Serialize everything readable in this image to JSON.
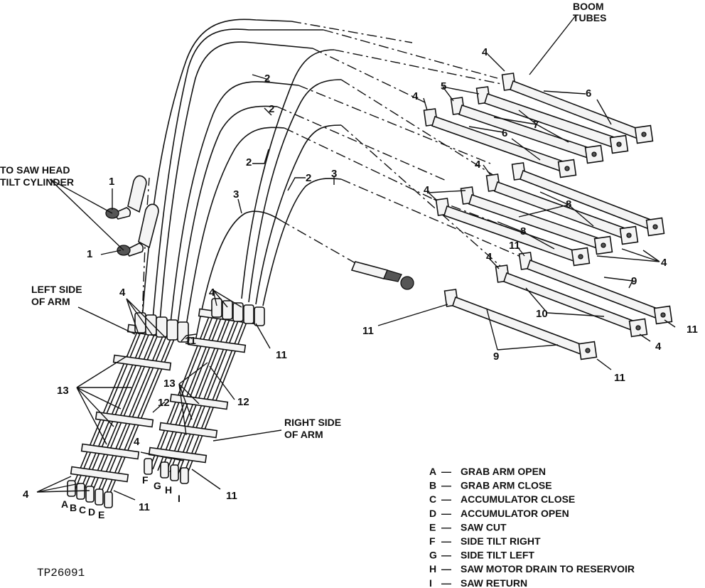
{
  "labels": {
    "boom_tubes_1": "BOOM",
    "boom_tubes_2": "TUBES",
    "saw_head_1": "TO SAW HEAD",
    "saw_head_2": "TILT CYLINDER",
    "left_side_1": "LEFT SIDE",
    "left_side_2": "OF ARM",
    "right_side_1": "RIGHT SIDE",
    "right_side_2": "OF ARM"
  },
  "callouts": {
    "n1": "1",
    "n2": "2",
    "n3": "3",
    "n4": "4",
    "n5": "5",
    "n6": "6",
    "n7": "7",
    "n8": "8",
    "n9": "9",
    "n10": "10",
    "n11": "11",
    "n12": "12",
    "n13": "13"
  },
  "port_letters": {
    "A": "A",
    "B": "B",
    "C": "C",
    "D": "D",
    "E": "E",
    "F": "F",
    "G": "G",
    "H": "H",
    "I": "I"
  },
  "legend": [
    {
      "key": "A",
      "text": "GRAB ARM OPEN"
    },
    {
      "key": "B",
      "text": "GRAB ARM CLOSE"
    },
    {
      "key": "C",
      "text": "ACCUMULATOR CLOSE"
    },
    {
      "key": "D",
      "text": "ACCUMULATOR OPEN"
    },
    {
      "key": "E",
      "text": "SAW CUT"
    },
    {
      "key": "F",
      "text": "SIDE TILT RIGHT"
    },
    {
      "key": "G",
      "text": "SIDE TILT LEFT"
    },
    {
      "key": "H",
      "text": "SAW MOTOR DRAIN TO RESERVOIR"
    },
    {
      "key": "I",
      "text": "SAW RETURN"
    }
  ],
  "legend_dash": "—",
  "figure_code": "TP26091"
}
